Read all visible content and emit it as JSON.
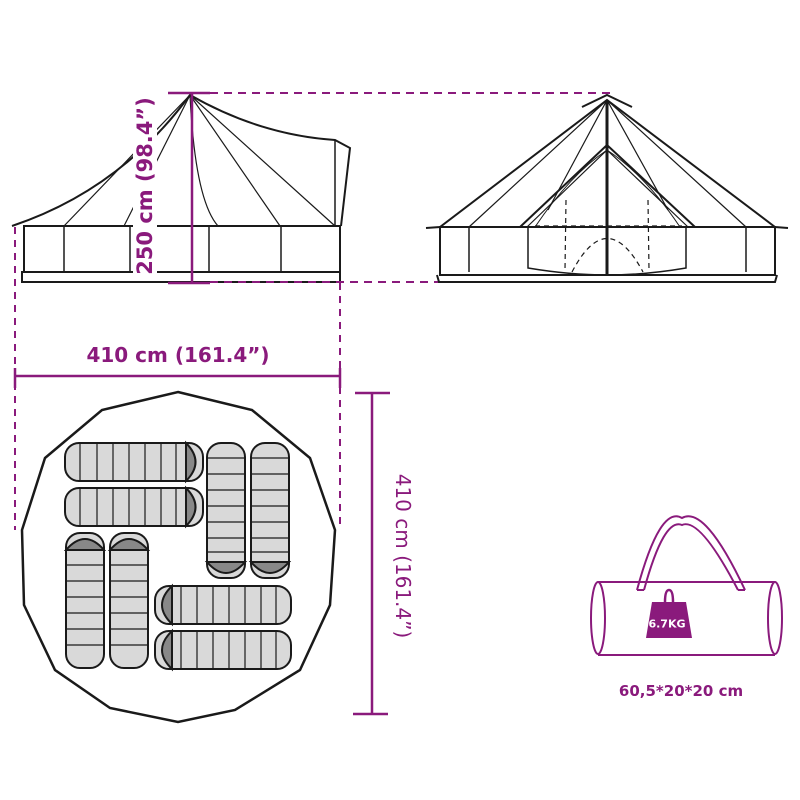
{
  "diagram": {
    "title": "Bell tent dimensions",
    "accent_color": "#8a1a7c",
    "outline_color": "#1a1a1a",
    "bag_fill_color": "#d9d9d9",
    "bag_head_color": "#888888"
  },
  "side_view": {
    "height_label": "250 cm (98.4”)"
  },
  "front_view": {
    "name": "tent-front-view"
  },
  "floor_plan": {
    "width_label": "410 cm (161.4”)",
    "depth_label": "410 cm (161.4”)",
    "sleeping_bags": 8
  },
  "carry_bag": {
    "weight_label": "6.7KG",
    "dimensions_label": "60,5*20*20 cm"
  }
}
